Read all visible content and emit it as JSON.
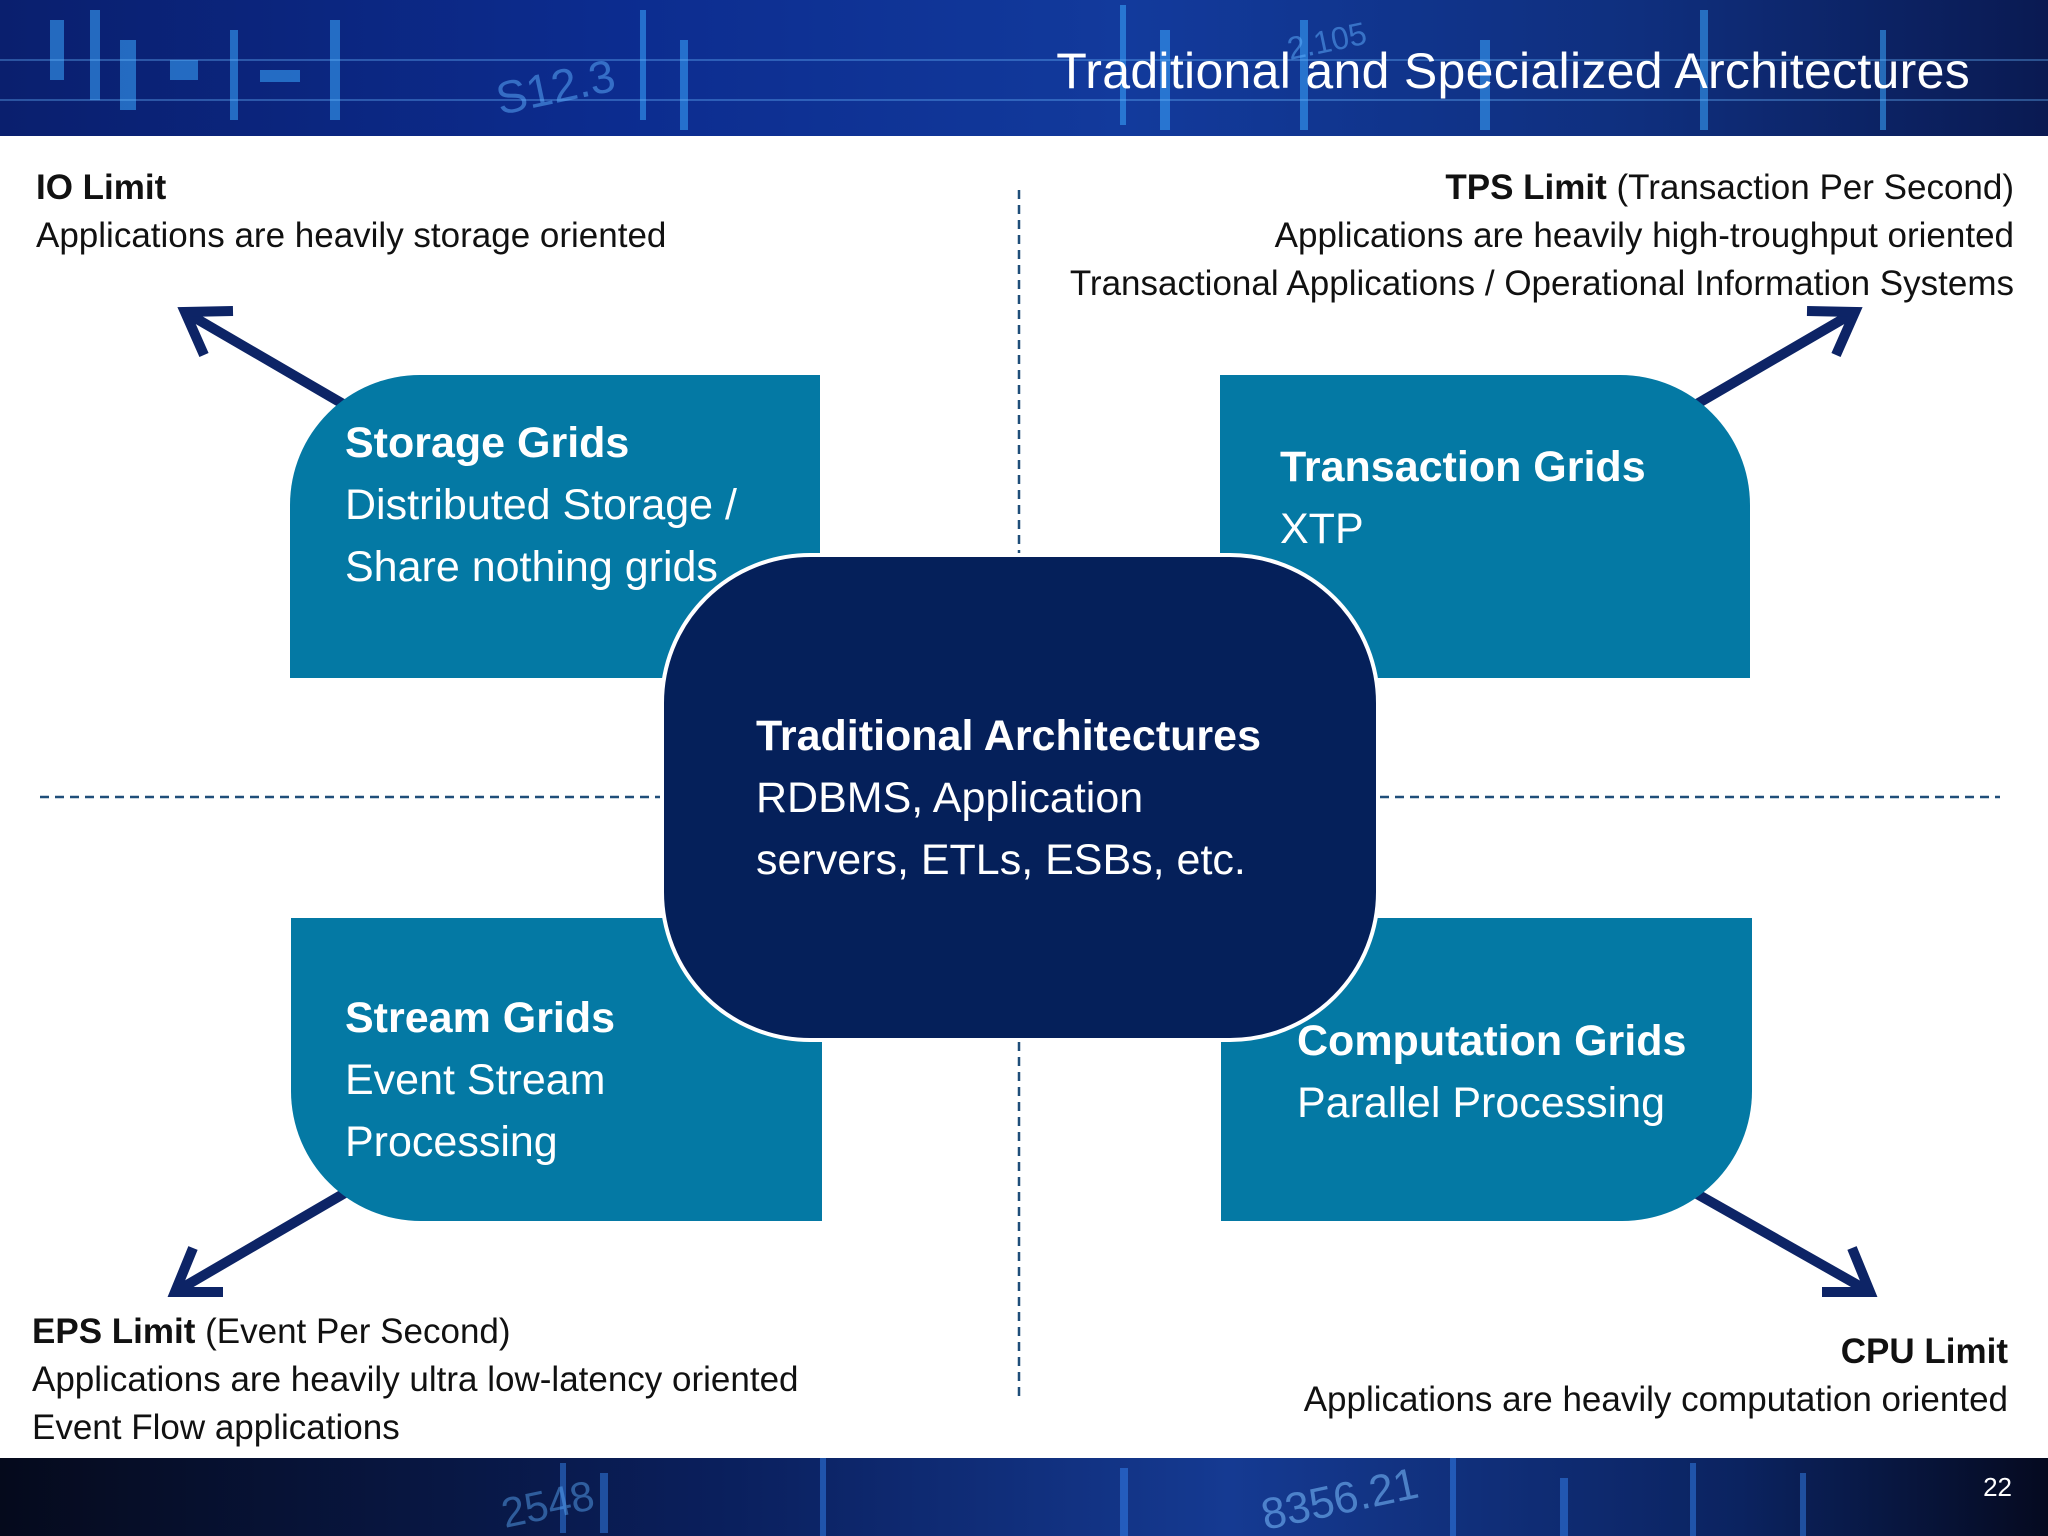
{
  "header": {
    "title": "Traditional and Specialized Architectures",
    "deco_numbers": [
      "S12.3",
      "2.105"
    ]
  },
  "footer": {
    "page_number": "22",
    "deco_numbers": [
      "2548",
      "8356.21"
    ]
  },
  "center": {
    "title": "Traditional Architectures",
    "lines": [
      "RDBMS, Application",
      "servers, ETLs, ESBs, etc."
    ]
  },
  "grids": {
    "storage": {
      "title": "Storage Grids",
      "lines": [
        "Distributed Storage /",
        "Share nothing grids"
      ]
    },
    "transaction": {
      "title": "Transaction Grids",
      "lines": [
        "XTP"
      ]
    },
    "stream": {
      "title": "Stream Grids",
      "lines": [
        "Event Stream",
        "Processing"
      ]
    },
    "computation": {
      "title": "Computation Grids",
      "lines": [
        "Parallel Processing"
      ]
    }
  },
  "limits": {
    "io": {
      "label": "IO Limit",
      "suffix": "",
      "lines": [
        "Applications are heavily storage oriented"
      ]
    },
    "tps": {
      "label": "TPS Limit",
      "suffix": " (Transaction Per Second)",
      "lines": [
        "Applications are heavily high-troughput oriented",
        "Transactional Applications / Operational Information Systems"
      ]
    },
    "eps": {
      "label": "EPS Limit",
      "suffix": " (Event Per Second)",
      "lines": [
        "Applications are heavily ultra low-latency oriented",
        "Event Flow applications"
      ]
    },
    "cpu": {
      "label": "CPU Limit",
      "suffix": "",
      "lines": [
        "Applications are heavily computation oriented"
      ]
    }
  },
  "colors": {
    "grid_box": "#0479a4",
    "center_box": "#05205a",
    "arrow": "#0d2466",
    "axis": "#1f4e79"
  }
}
